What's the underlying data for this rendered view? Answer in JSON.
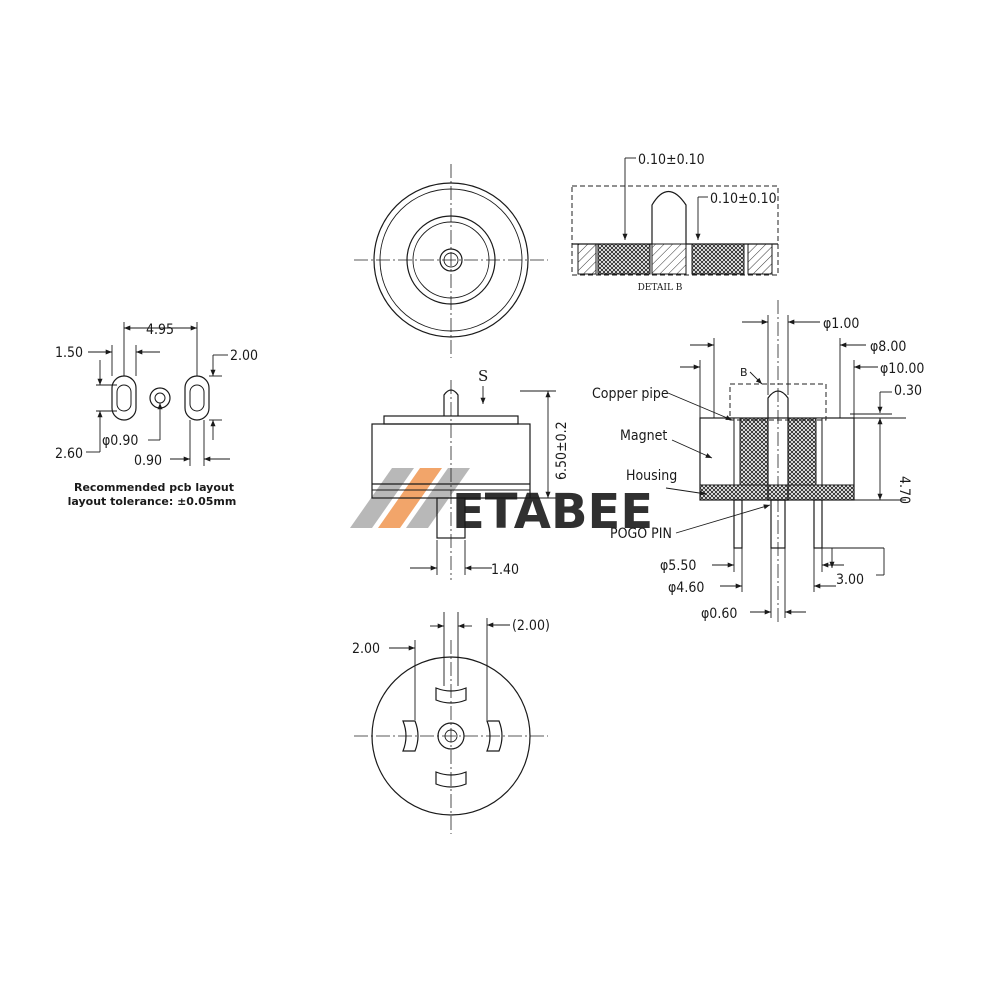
{
  "pcb_layout": {
    "dims": {
      "pitch": "4.95",
      "slot_width": "1.50",
      "pad_height": "2.00",
      "slot_length": "2.60",
      "hole_dia": "φ0.90",
      "pad_width": "0.90"
    },
    "note_line1": "Recommended pcb layout",
    "note_line2": "layout tolerance: ±0.05mm"
  },
  "side_view": {
    "label_s": "S",
    "height": "6.50±0.2",
    "pin_width": "1.40"
  },
  "bottom_view": {
    "dim_left": "2.00",
    "dim_right": "(2.00)"
  },
  "detail_b": {
    "tol_top": "0.10±0.10",
    "tol_right": "0.10±0.10",
    "caption": "DETAIL B"
  },
  "section_view": {
    "detail_marker": "B",
    "dims": {
      "d1": "φ1.00",
      "d2": "φ8.00",
      "d3": "φ10.00",
      "t1": "0.30",
      "h1": "4.70",
      "d4": "φ5.50",
      "d5": "φ4.60",
      "d6": "φ0.60",
      "w1": "3.00"
    },
    "labels": {
      "copper": "Copper pipe",
      "magnet": "Magnet",
      "housing": "Housing",
      "pogo": "POGO PIN"
    }
  },
  "watermark": {
    "text": "ETABEE",
    "colors": {
      "stripe_gray": "#b8b8b8",
      "stripe_orange": "#f2a56a",
      "text_gray": "#c4c4c4",
      "text_orange": "#f2b07a"
    }
  }
}
